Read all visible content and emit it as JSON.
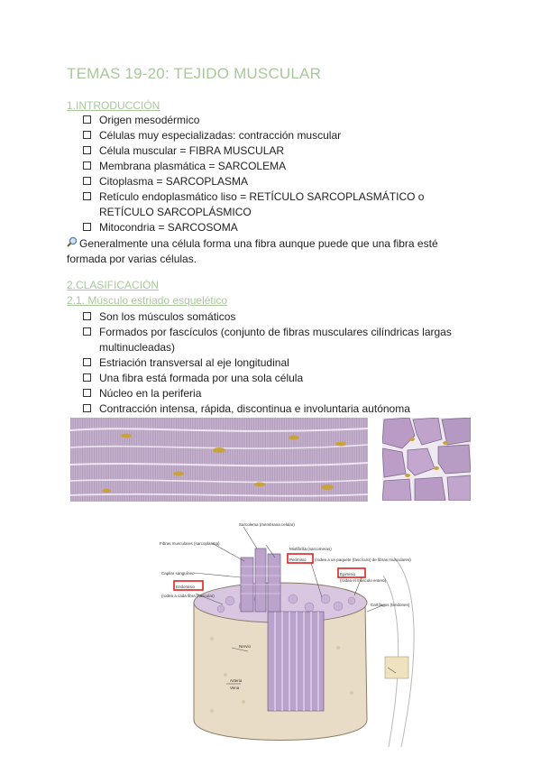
{
  "title": "TEMAS 19-20: TEJIDO MUSCULAR",
  "intro": {
    "heading": "1.INTRODUCCIÓN",
    "items": [
      "Origen mesodérmico",
      "Células muy especializadas: contracción muscular",
      "Célula muscular = FIBRA MUSCULAR",
      "Membrana plasmática = SARCOLEMA",
      "Citoplasma = SARCOPLASMA",
      "Retículo endoplasmático liso = RETÍCULO SARCOPLASMÁTICO o RETÍCULO SARCOPLÁSMICO",
      "Mitocondria = SARCOSOMA"
    ],
    "note": "Generalmente una célula forma una fibra aunque puede que una fibra esté formada por varias células."
  },
  "clasificacion": {
    "heading": "2.CLASIFICACIÓN",
    "subheading": "2.1. Músculo estriado esquelético",
    "items": [
      "Son los músculos somáticos",
      "Formados por fascículos (conjunto de fibras musculares cilíndricas largas multinucleadas)",
      "Estriación transversal al eje longitudinal",
      "Una fibra está formada por una sola célula",
      "Núcleo en la periferia",
      "Contracción intensa, rápida, discontinua e involuntaria autónoma"
    ]
  },
  "diagram_labels": {
    "sarcolema": "Sarcolema (membrana celular)",
    "fibras": "Fibras musculares (sarcoplasma)",
    "miofibrilla": "Miofibrilla (sarcomeras)",
    "capilar": "Capilar sanguíneo",
    "perimisio": "Perimisio",
    "perimisio_sub": "(rodea a un paquete (fascículo) de fibras musculares)",
    "endomisio": "Endomisio",
    "endomisio_sub": "(rodea a cada fibra muscular)",
    "epimisio": "Epimisio",
    "epimisio_sub": "(rodea el músculo entero)",
    "cartilagos": "Cartílagos (tendones)",
    "vena": "Vena",
    "arteria": "Arteria",
    "nervio": "Nervio"
  },
  "colors": {
    "heading": "#a8c89a",
    "fiber": "#c6b2cf",
    "nucleus": "#c9a23e",
    "highlight": "#e02020"
  },
  "icons": {
    "note_icon": "magnifier-icon",
    "checkbox": "checkbox-icon"
  }
}
